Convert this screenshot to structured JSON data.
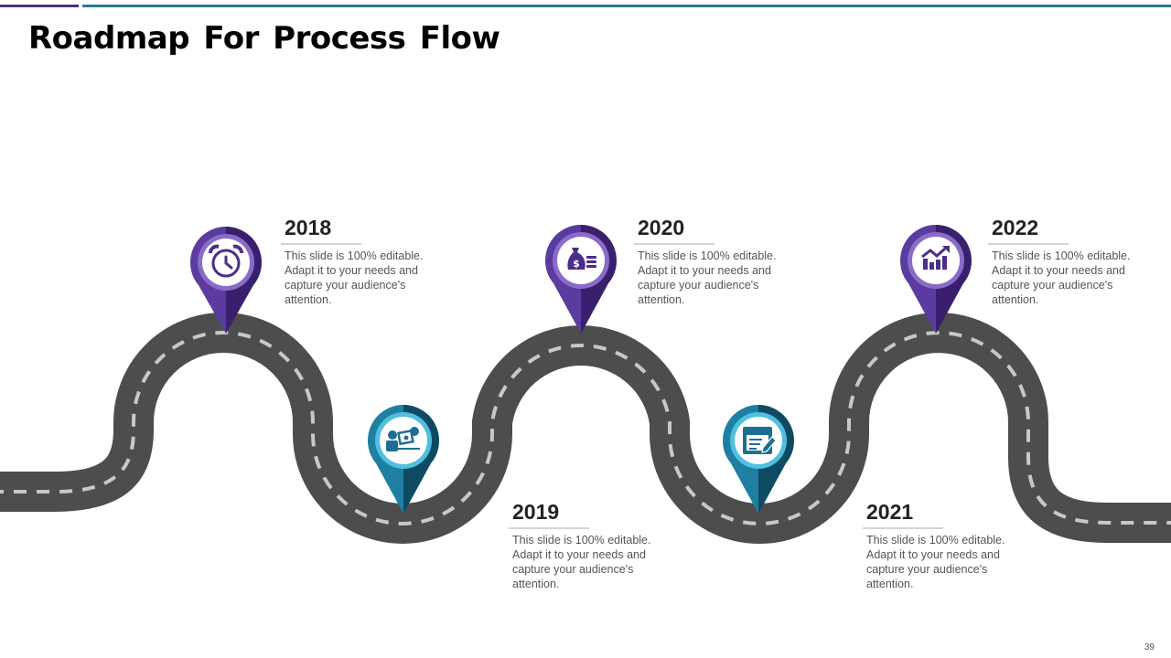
{
  "slide": {
    "title": "Roadmap For Process Flow",
    "page_number": "39"
  },
  "colors": {
    "accent_purple": "#4b2f7f",
    "accent_teal": "#2b7a8c",
    "road": "#4d4d4d",
    "road_marking": "#c8c8c8"
  },
  "milestones": [
    {
      "year": "2018",
      "description": "This slide is 100% editable. Adapt it to your needs and capture your audience's attention.",
      "icon": "alarm-clock-icon",
      "theme": "purple"
    },
    {
      "year": "2019",
      "description": "This slide is 100% editable. Adapt it to your needs and capture your audience's attention.",
      "icon": "worker-settings-icon",
      "theme": "teal"
    },
    {
      "year": "2020",
      "description": "This slide is 100% editable. Adapt it to your needs and capture your audience's attention.",
      "icon": "money-bag-icon",
      "theme": "purple"
    },
    {
      "year": "2021",
      "description": "This slide is 100% editable. Adapt it to your needs and capture your audience's attention.",
      "icon": "document-edit-icon",
      "theme": "teal"
    },
    {
      "year": "2022",
      "description": "This slide is 100% editable. Adapt it to your needs and capture your audience's attention.",
      "icon": "growth-chart-icon",
      "theme": "purple"
    }
  ]
}
